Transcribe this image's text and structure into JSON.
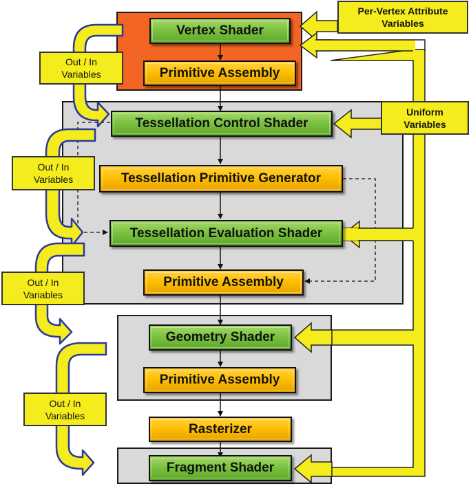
{
  "diagram": {
    "title": "OpenGL Shader Pipeline",
    "colors": {
      "shader_box": "#7cc241",
      "fixed_function_box": "#ffc000",
      "vertex_stage_bg": "#f26522",
      "stage_bg": "#d9d9d9",
      "variable_arrow": "#f4ec1c",
      "arrow_outline": "#2b3a9a"
    },
    "stages": [
      {
        "id": "vertex",
        "label": "Vertex Shader",
        "type": "shader"
      },
      {
        "id": "pa1",
        "label": "Primitive Assembly",
        "type": "fixed"
      },
      {
        "id": "tcs",
        "label": "Tessellation Control Shader",
        "type": "shader"
      },
      {
        "id": "tpg",
        "label": "Tessellation Primitive Generator",
        "type": "fixed"
      },
      {
        "id": "tes",
        "label": "Tessellation Evaluation Shader",
        "type": "shader"
      },
      {
        "id": "pa2",
        "label": "Primitive Assembly",
        "type": "fixed"
      },
      {
        "id": "geom",
        "label": "Geometry Shader",
        "type": "shader"
      },
      {
        "id": "pa3",
        "label": "Primitive Assembly",
        "type": "fixed"
      },
      {
        "id": "rast",
        "label": "Rasterizer",
        "type": "fixed"
      },
      {
        "id": "frag",
        "label": "Fragment Shader",
        "type": "shader"
      }
    ],
    "inputs": {
      "per_vertex": {
        "line1": "Per-Vertex Attribute",
        "line2": "Variables"
      },
      "uniform": {
        "line1": "Uniform",
        "line2": "Variables"
      }
    },
    "out_in_labels": [
      {
        "line1": "Out / In",
        "line2": "Variables"
      },
      {
        "line1": "Out / In",
        "line2": "Variables"
      },
      {
        "line1": "Out / In",
        "line2": "Variables"
      },
      {
        "line1": "Out / In",
        "line2": "Variables"
      }
    ]
  }
}
